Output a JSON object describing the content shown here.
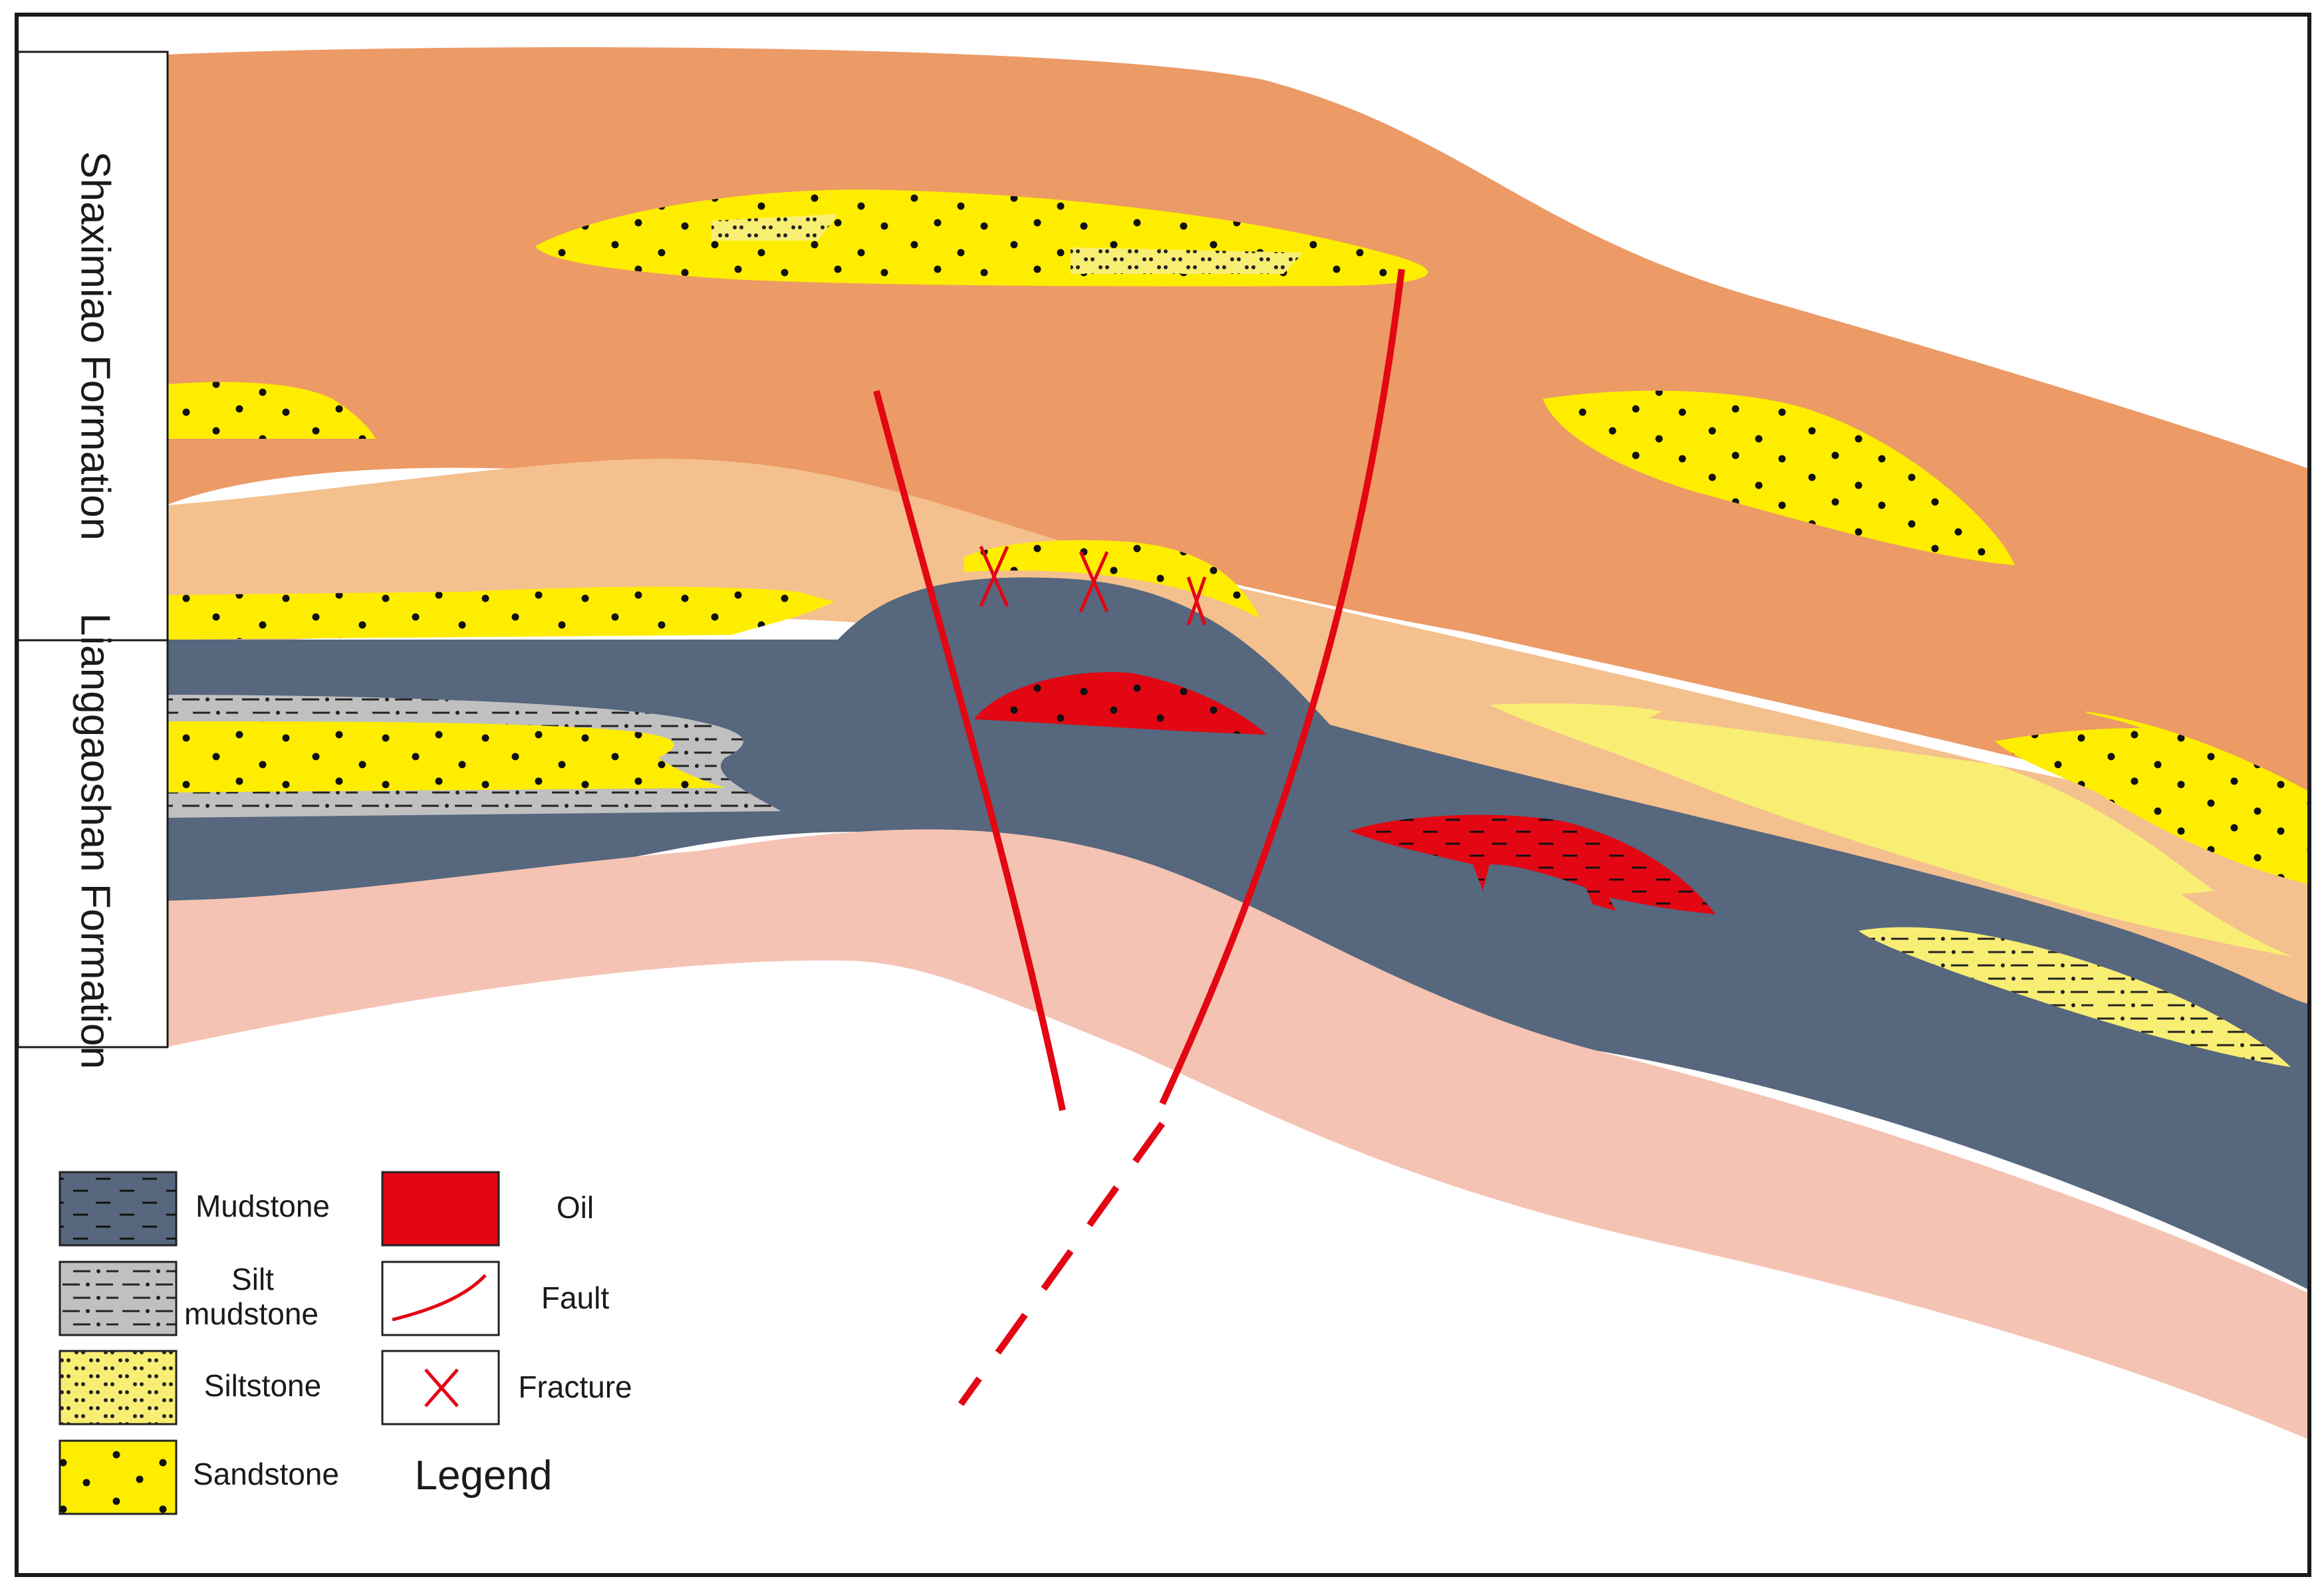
{
  "formations": {
    "upper": "Shaximiao Formation",
    "lower": "Lianggaoshan Formation"
  },
  "legend": {
    "title": "Legend",
    "items": [
      {
        "key": "mudstone",
        "label": "Mudstone"
      },
      {
        "key": "silt_mudstone",
        "label_line1": "Silt",
        "label_line2": "mudstone"
      },
      {
        "key": "siltstone",
        "label": "Siltstone"
      },
      {
        "key": "sandstone",
        "label": "Sandstone"
      },
      {
        "key": "oil",
        "label": "Oil"
      },
      {
        "key": "fault",
        "label": "Fault"
      },
      {
        "key": "fracture",
        "label": "Fracture"
      }
    ]
  },
  "colors": {
    "upper_mudstone": "#ec9a66",
    "light_layer": "#f4c08e",
    "mudstone": "#56677e",
    "lower_pink": "#f5c3b3",
    "sandstone": "#ffed00",
    "siltstone": "#f9ee74",
    "silt_mudstone": "#c0c0c0",
    "oil": "#e30613",
    "fault": "#e30613"
  }
}
